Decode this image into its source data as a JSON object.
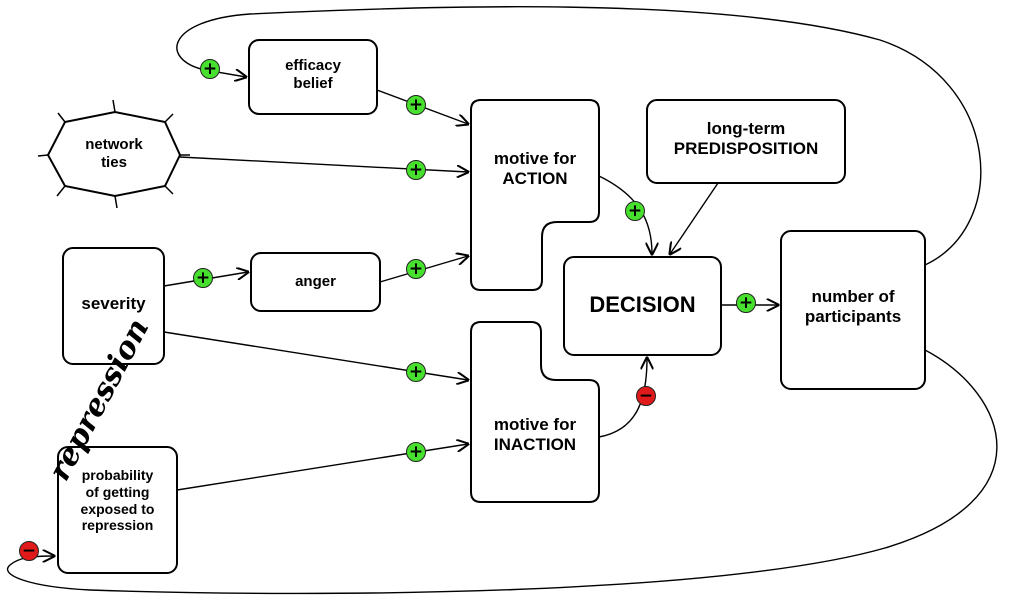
{
  "nodes": {
    "efficacy_belief": "efficacy\nbelief",
    "network_ties": "network\nties",
    "severity": "severity",
    "anger": "anger",
    "motive_action": "motive for\nACTION",
    "motive_inaction": "motive for\nINACTION",
    "long_term": "long-term\nPREDISPOSITION",
    "decision": "DECISION",
    "participants": "number of\nparticipants",
    "probability": "probability\nof getting\nexposed to\nrepression"
  },
  "annotation": "repression",
  "signs": {
    "plus": "+",
    "minus": "−"
  },
  "colors": {
    "positive": "#47e02e",
    "negative": "#e01a1a",
    "stroke": "#000000"
  }
}
